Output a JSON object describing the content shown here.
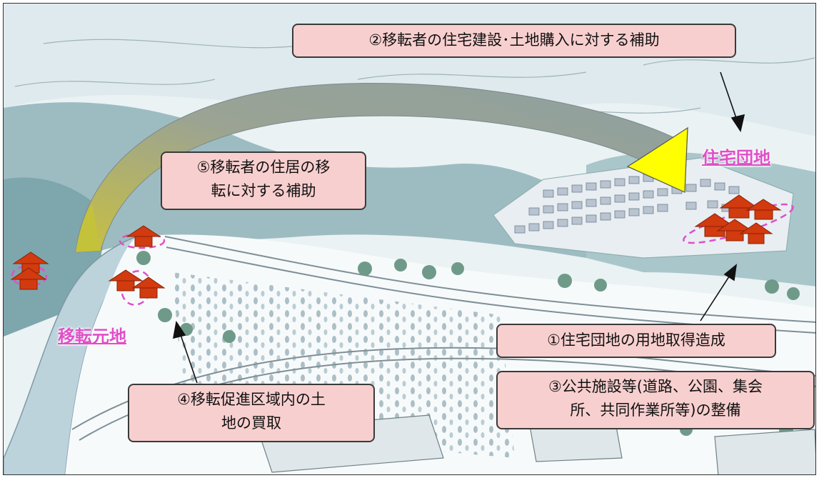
{
  "labels": {
    "destination": "住宅団地",
    "origin": "移転元地"
  },
  "callouts": {
    "c1": "①住宅団地の用地取得造成",
    "c2": "②移転者の住宅建設･土地購入に対する補助",
    "c3_line1": "③公共施設等(道路、公園、集会",
    "c3_line2": "所、共同作業所等)の整備",
    "c4_line1": "④移転促進区域内の土",
    "c4_line2": "地の買取",
    "c5_line1": "⑤移転者の住居の移",
    "c5_line2": "転に対する補助"
  },
  "colors": {
    "callout_fill": "#f8cfcf",
    "label_magenta": "#e04fc8",
    "arrow_yellow": "#ffff00",
    "house_arrow_red": "#d23a0f"
  }
}
